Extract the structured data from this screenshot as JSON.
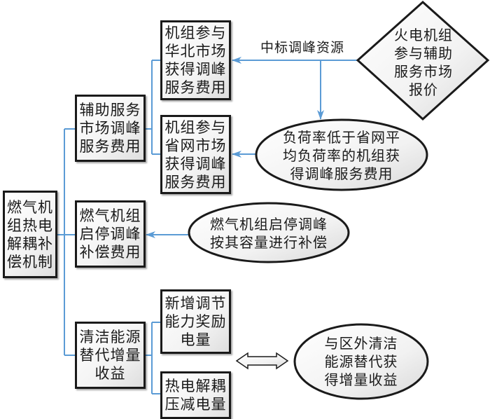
{
  "root": {
    "label": "燃气机\n组热电\n解耦补\n偿机制"
  },
  "categories": [
    {
      "id": "ancillary",
      "label": "辅助服务\n市场调峰\n服务费用"
    },
    {
      "id": "startstop",
      "label": "燃气机组\n启停调峰\n补偿费用"
    },
    {
      "id": "clean",
      "label": "清洁能源\n替代增量\n收益"
    }
  ],
  "leaves": [
    {
      "id": "north-china",
      "label": "机组参与\n华北市场\n获得调峰\n服务费用"
    },
    {
      "id": "provincial",
      "label": "机组参与\n省网市场\n获得调峰\n服务费用"
    },
    {
      "id": "new-capacity",
      "label": "新增调节\n能力奖励\n电量"
    },
    {
      "id": "decoupling",
      "label": "热电解耦\n压减电量"
    }
  ],
  "sources": {
    "diamond": {
      "label": "火电机组\n参与辅助\n服务市场\n报价"
    },
    "ellipse_load": {
      "label": "负荷率低于省网平\n均负荷率的机组获\n得调峰服务费用"
    },
    "ellipse_startstop": {
      "label": "燃气机组启停调峰\n按其容量进行补偿"
    },
    "ellipse_clean": {
      "label": "与区外清洁\n能源替代获\n得增量收益"
    }
  },
  "edge_labels": {
    "winning_resource": "中标调峰资源"
  },
  "colors": {
    "connector": "#5b9bd5",
    "border": "#1a1a1a"
  }
}
